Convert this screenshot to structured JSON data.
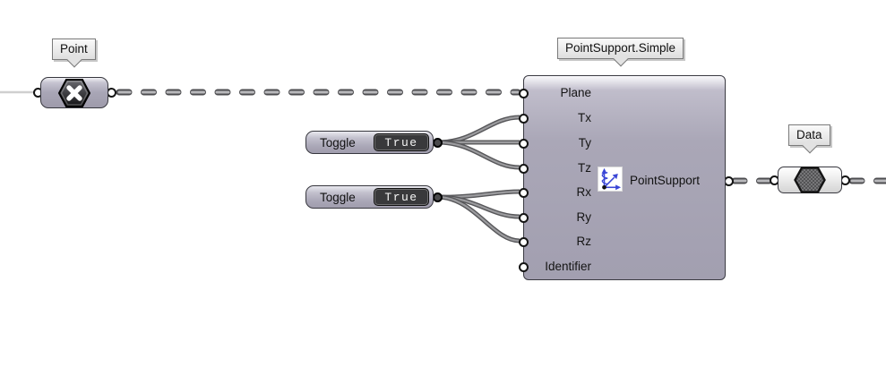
{
  "app": {
    "name": "Grasshopper node canvas"
  },
  "tags": {
    "point": "Point",
    "component": "PointSupport.Simple",
    "data": "Data"
  },
  "nodes": {
    "point": {
      "tag": "Point",
      "icon": "point-param-hexagon-x-icon"
    },
    "toggles": [
      {
        "label": "Toggle",
        "value": "True"
      },
      {
        "label": "Toggle",
        "value": "True"
      }
    ],
    "component": {
      "tag": "PointSupport.Simple",
      "inputs": [
        "Plane",
        "Tx",
        "Ty",
        "Tz",
        "Rx",
        "Ry",
        "Rz",
        "Identifier"
      ],
      "output": "PointSupport",
      "icon": "point-support-axes-icon"
    },
    "data": {
      "tag": "Data",
      "icon": "data-param-hexagon-icon"
    }
  },
  "colors": {
    "canvas_bg": "#ffffff",
    "component_body": "#a7a4b3",
    "node_border": "#37373e",
    "wire_dark": "#4d4d50",
    "wire_light": "#b9b9bc",
    "toggle_value_bg": "#39393b",
    "icon_blue": "#3a46d6"
  }
}
